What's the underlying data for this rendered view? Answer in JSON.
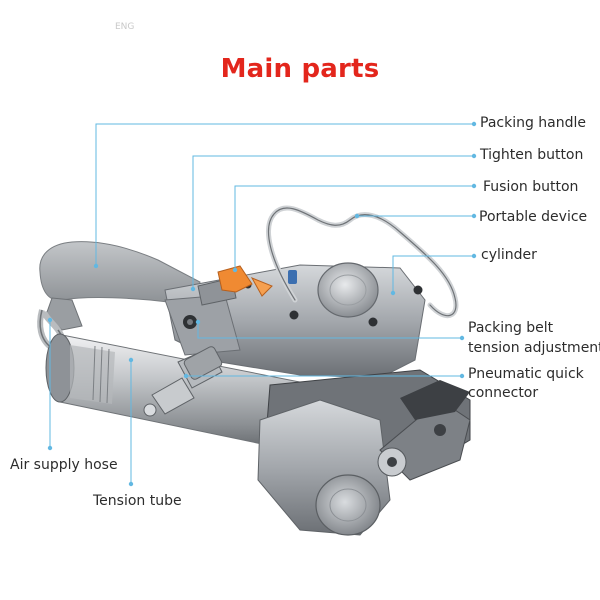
{
  "title": "Main parts",
  "corner_mark": "ENG",
  "colors": {
    "title": "#e3261c",
    "leader_line": "#62b8e2",
    "label_text": "#2c2c2c",
    "tool_body": "#a3a7ac",
    "tool_dark": "#3a3d41",
    "accent_orange": "#f08a32"
  },
  "labels": {
    "packing_handle": "Packing handle",
    "tighten_button": "Tighten button",
    "fusion_button": "Fusion button",
    "portable_device": "Portable device",
    "cylinder": "cylinder",
    "packing_belt_line1": "Packing belt",
    "packing_belt_line2": "tension adjustment",
    "pneumatic_line1": "Pneumatic quick",
    "pneumatic_line2": "connector",
    "air_supply_hose": "Air supply hose",
    "tension_tube": "Tension tube"
  }
}
